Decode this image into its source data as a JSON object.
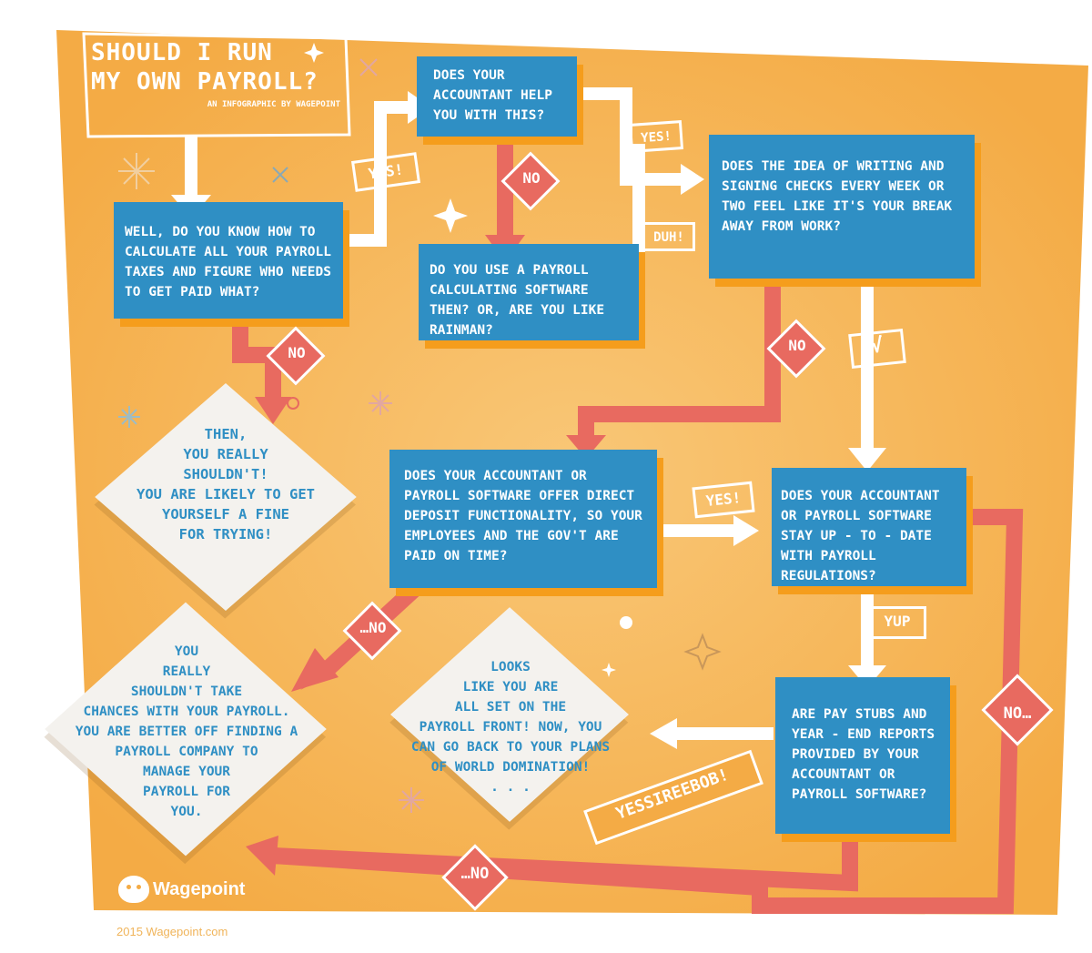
{
  "title": {
    "line1": "SHOULD I RUN",
    "line2": "MY OWN PAYROLL?",
    "subtitle": "AN INFOGRAPHIC BY WAGEPOINT"
  },
  "questions": {
    "q1": "WELL, DO YOU KNOW HOW TO CALCULATE ALL YOUR PAYROLL TAXES AND FIGURE WHO NEEDS TO GET PAID WHAT?",
    "q2": "DOES YOUR ACCOUNTANT HELP YOU WITH THIS?",
    "q3": "DO YOU USE A PAYROLL CALCULATING SOFTWARE THEN? OR, ARE YOU  LIKE RAINMAN?",
    "q4": "DOES THE IDEA OF WRITING AND SIGNING CHECKS EVERY WEEK OR TWO FEEL LIKE IT'S YOUR BREAK AWAY FROM WORK?",
    "q5": "DOES YOUR ACCOUNTANT OR PAYROLL SOFTWARE OFFER DIRECT DEPOSIT FUNCTIONALITY, SO YOUR EMPLOYEES AND THE GOV'T ARE PAID ON TIME?",
    "q6": "DOES YOUR ACCOUNTANT OR PAYROLL SOFTWARE STAY UP - TO - DATE WITH PAYROLL REGULATIONS?",
    "q7": "ARE PAY STUBS AND YEAR - END REPORTS PROVIDED BY YOUR ACCOUNTANT OR PAYROLL SOFTWARE?"
  },
  "outcomes": {
    "fine": "THEN,\nYOU REALLY\nSHOULDN'T!\nYOU ARE LIKELY TO GET\nYOURSELF A FINE\nFOR TRYING!",
    "payroll_company": "YOU\nREALLY\nSHOULDN'T TAKE\nCHANCES WITH YOUR PAYROLL.\nYOU ARE BETTER OFF FINDING A\nPAYROLL COMPANY TO\nMANAGE YOUR\nPAYROLL FOR\nYOU.",
    "all_set": "LOOKS\nLIKE YOU ARE\nALL SET ON THE\nPAYROLL FRONT! NOW, YOU\nCAN GO BACK TO YOUR PLANS\nOF WORLD DOMINATION!\n. . ."
  },
  "labels": {
    "yes1": "YES!",
    "yes2": "YES!",
    "yes3": "YES!",
    "duh": "DUH!",
    "check": "√",
    "yup": "YUP",
    "yessireebob": "YESSIREEBOB!",
    "no1": "NO",
    "no2": "NO",
    "no3": "NO",
    "no4": "…NO",
    "no5": "…NO",
    "no6": "NO…"
  },
  "brand": {
    "logo": "Wagepoint",
    "footer": "2015 Wagepoint.com"
  },
  "colors": {
    "background": "#f6b756",
    "box_blue": "#2f8fc4",
    "no_red": "#e86a60",
    "white": "#ffffff"
  }
}
